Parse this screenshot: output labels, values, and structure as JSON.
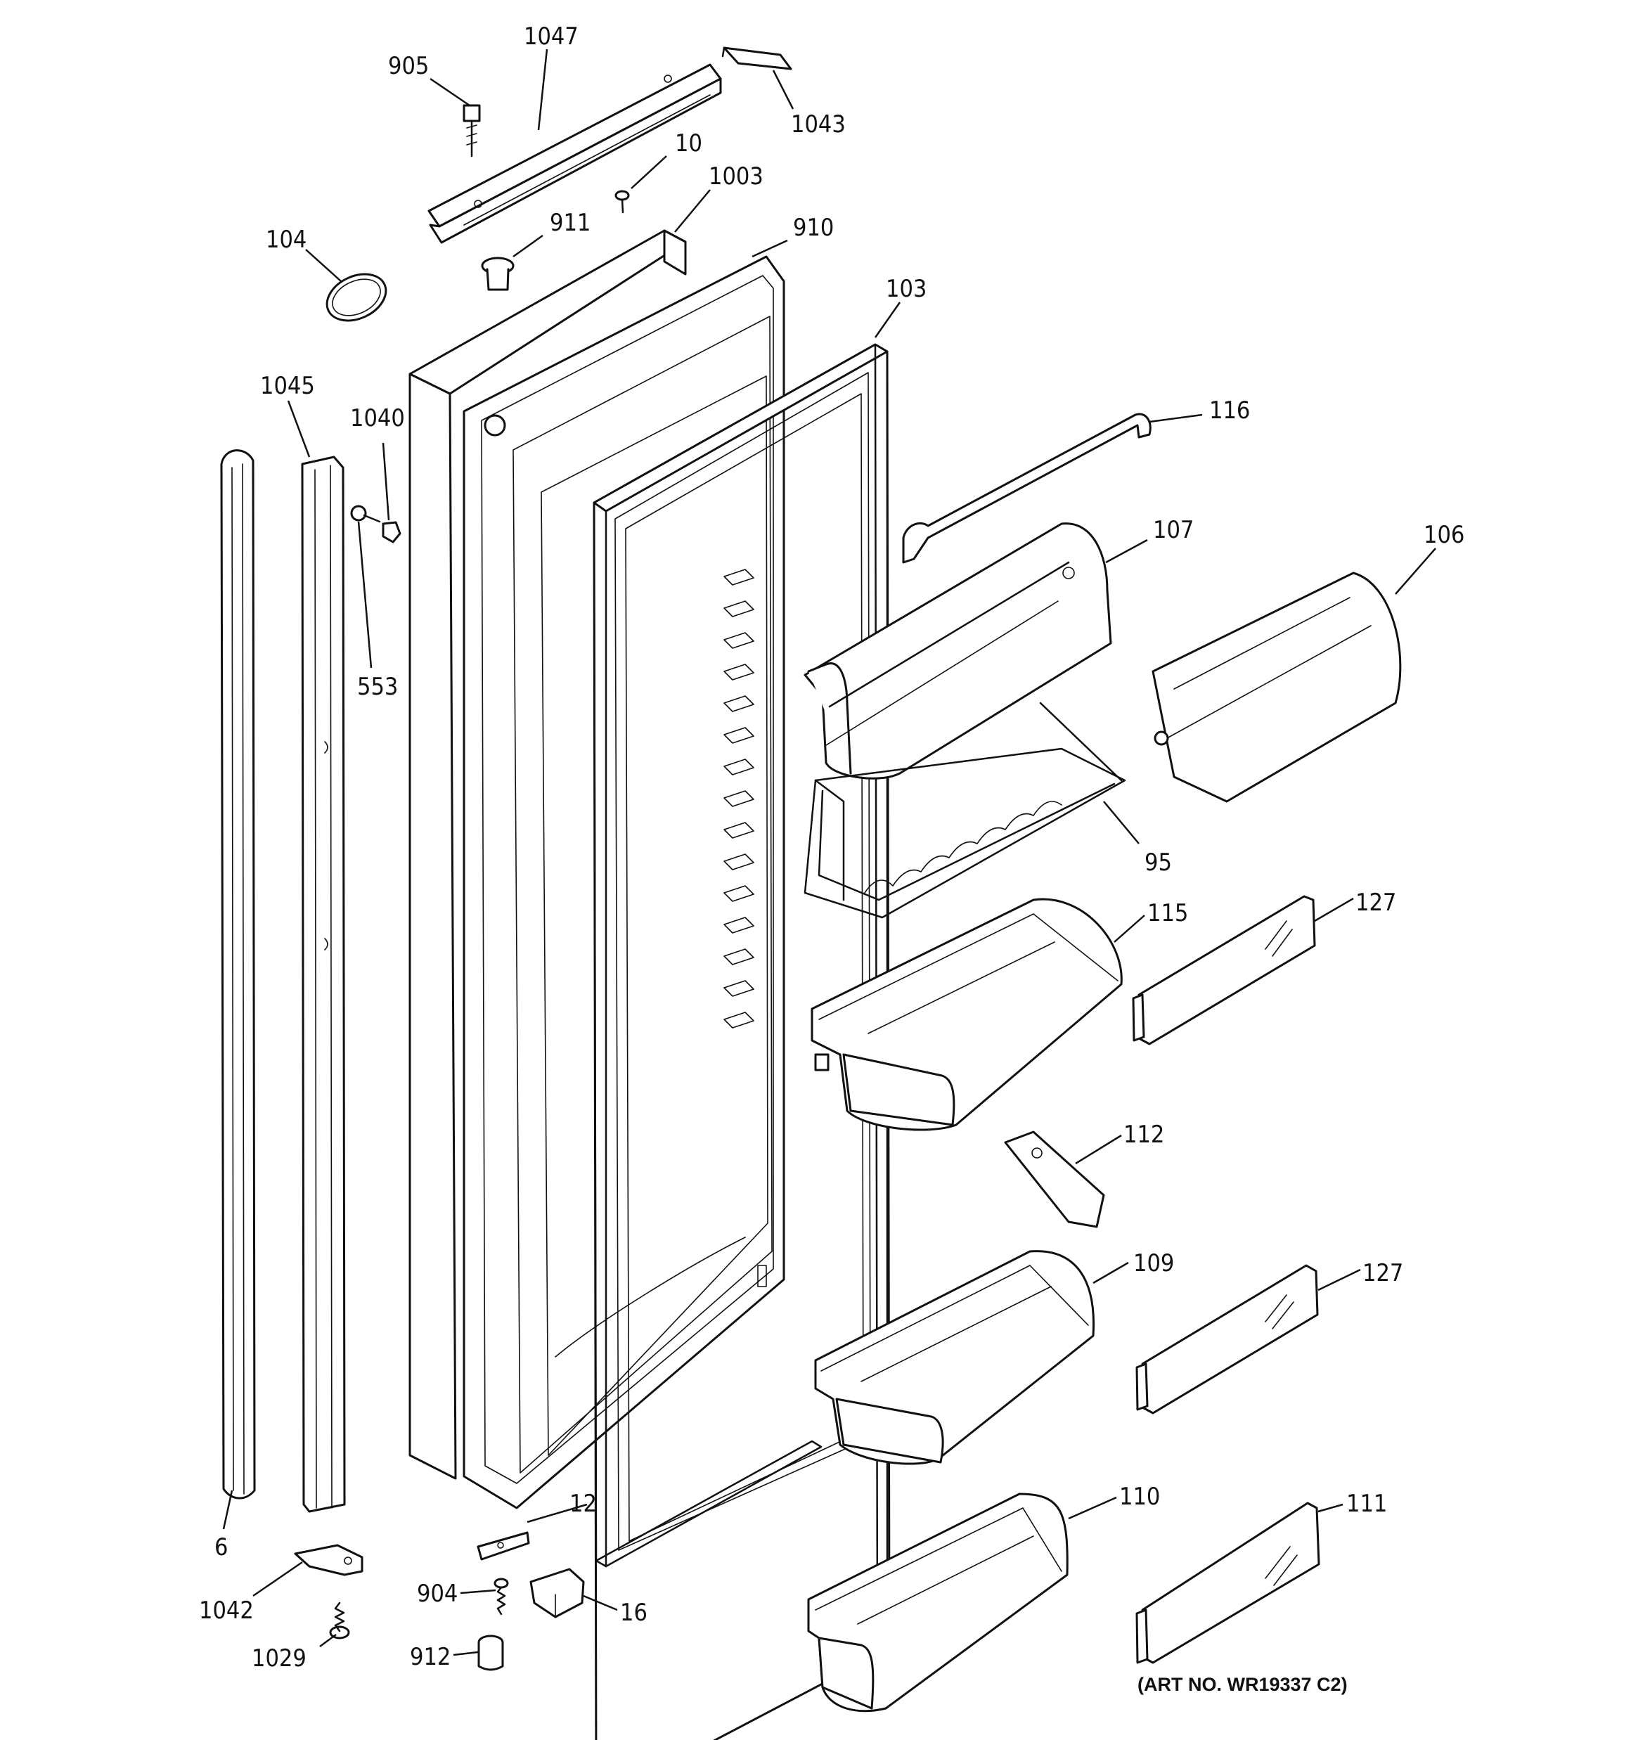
{
  "art_number": "(ART NO. WR19337 C2)",
  "callouts": {
    "c1047": "1047",
    "c905": "905",
    "c1043": "1043",
    "c10": "10",
    "c1003": "1003",
    "c911": "911",
    "c910": "910",
    "c104": "104",
    "c103": "103",
    "c1045": "1045",
    "c1040": "1040",
    "c116": "116",
    "c107": "107",
    "c106": "106",
    "c553": "553",
    "c95": "95",
    "c115": "115",
    "c127a": "127",
    "c112": "112",
    "c109": "109",
    "c127b": "127",
    "c6": "6",
    "c12": "12",
    "c110": "110",
    "c111": "111",
    "c1042": "1042",
    "c904": "904",
    "c16": "16",
    "c1029": "1029",
    "c912": "912"
  }
}
